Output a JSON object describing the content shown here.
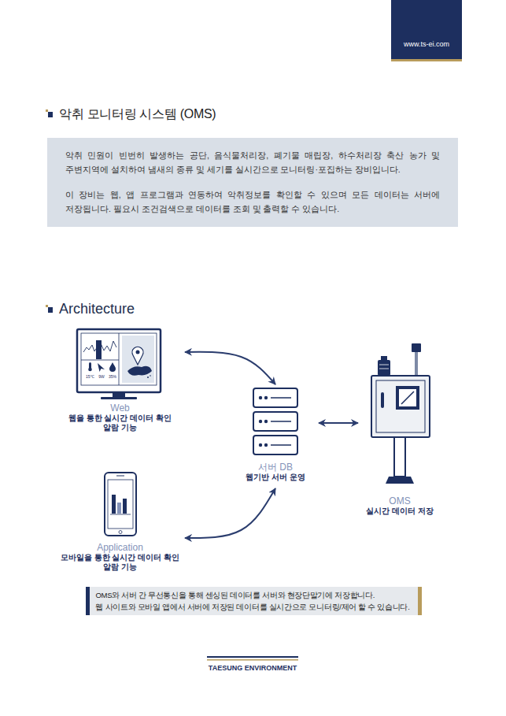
{
  "diagram": {
    "title": "악취 모니터링 시스템 (OMS)",
    "nodes": [
      {
        "text": [
          "www.ts-ei.com"
        ]
      },
      {
        "text": [
          "악취 민원이 빈번히 발생하는 공단, 음식물처리장, 폐기물 매립장, 하수처리장 축산 농가 및 주변지역에 설치하여 냄새의 종류 및 세기를 실시간으로 모니터링·포집하는 장비입니다.",
          "이 장비는 웹, 앱 프로그램과 연동하여 악취정보를 확인할 수 있으며 모든 데이터는 서버에 저장됩니다. 필요시 조건검색으로 데이터를 조회 및 출력할 수 있습니다."
        ]
      },
      {
        "text": [
          "Web",
          "웹을 통한 실시간 데이터 확인 알람 기능"
        ]
      },
      {
        "text": [
          "서버 DB",
          "웹기반 서버 운영"
        ]
      },
      {
        "text": [
          "OMS",
          "실시간 데이터 저장"
        ]
      },
      {
        "text": [
          "Application",
          "모바일을 통한 실시간 데이터 확인 알람 기능"
        ]
      },
      {
        "text": [
          "OMS와 서버 간 무선통신을 통해 센싱된 데이터를 서버와 현장단말기에 저장합니다.",
          "웹 사이트와 모바일 앱에서 서버에 저장된 데이터를 실시간으로 모니터링/제어 할 수 있습니다."
        ]
      }
    ],
    "edges": [
      {
        "from": 2,
        "to": 3,
        "arrow": "both"
      },
      {
        "from": 3,
        "to": 4,
        "arrow": "both"
      },
      {
        "from": 5,
        "to": 3,
        "arrow": "both"
      }
    ],
    "labels": [
      "Architecture",
      "15℃",
      "9W",
      "35%",
      "TAESUNG ENVIRONMENT"
    ]
  }
}
